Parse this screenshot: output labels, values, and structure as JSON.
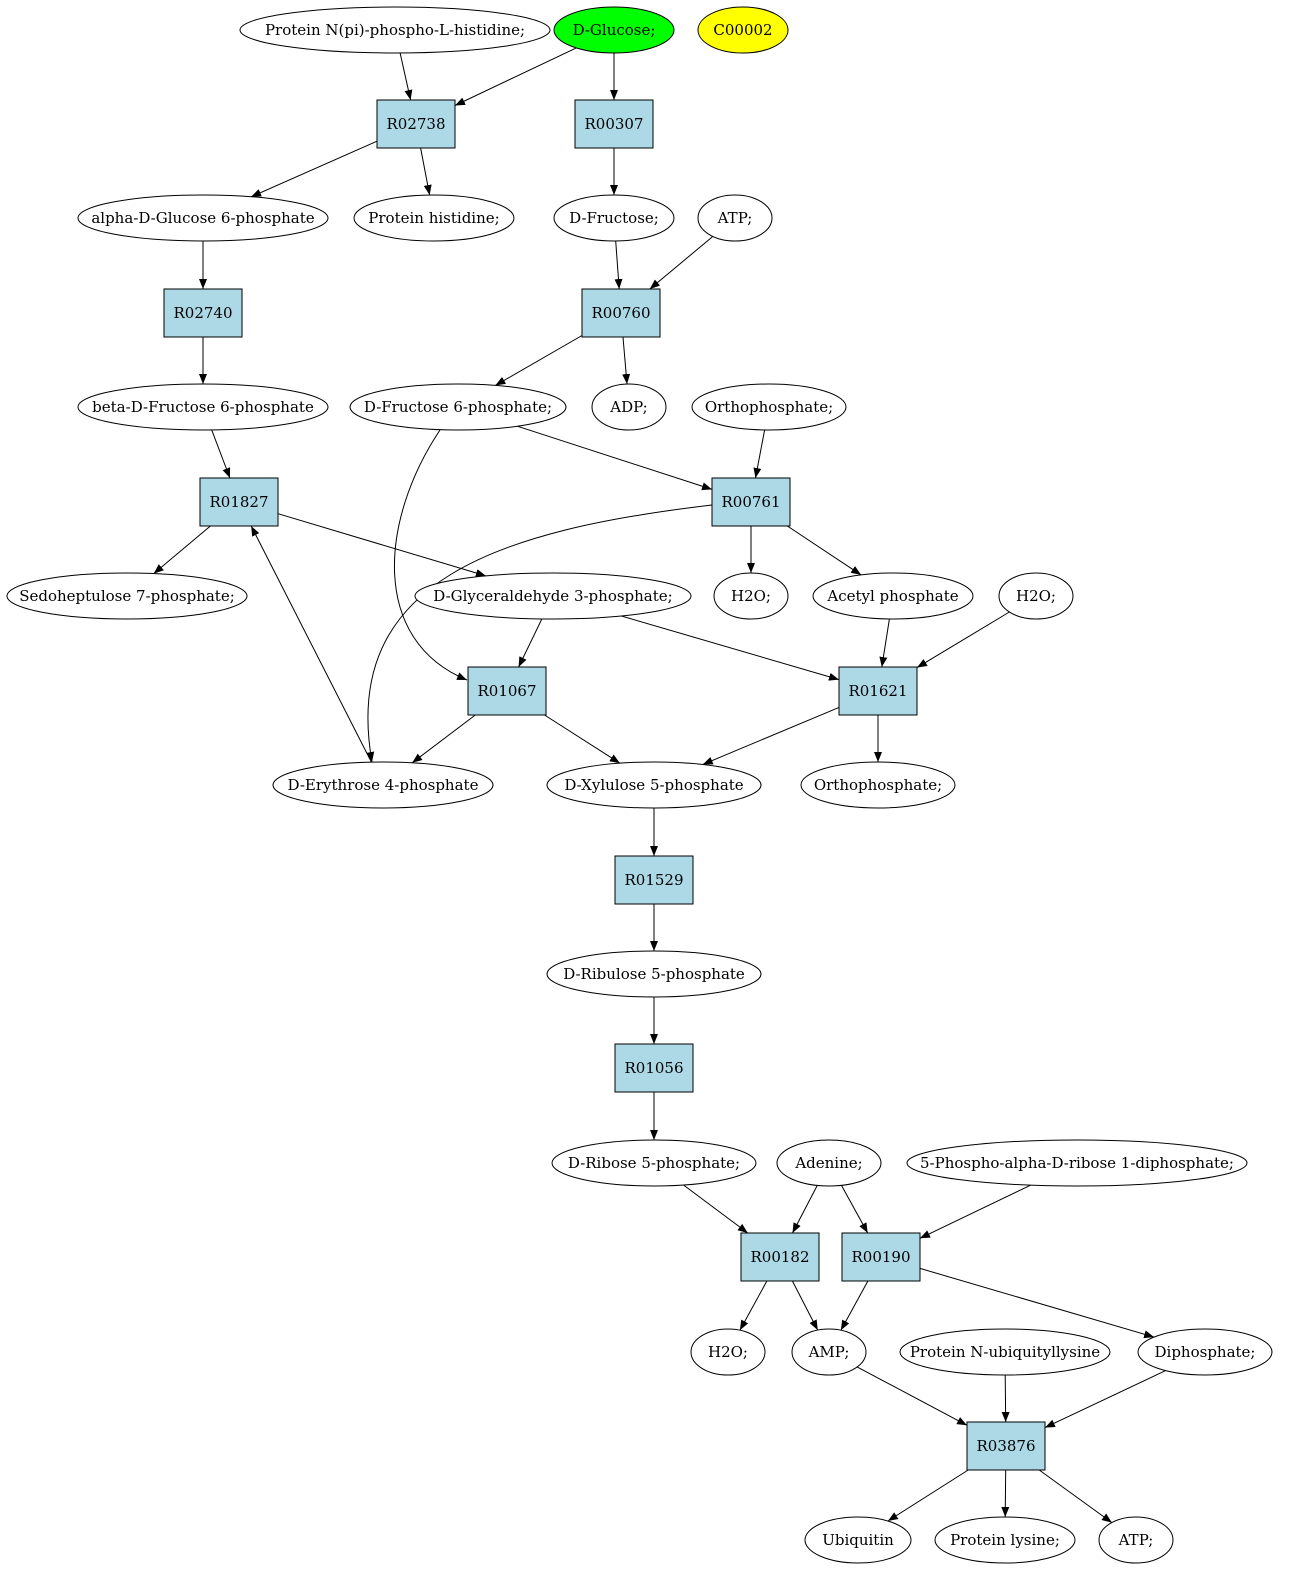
{
  "colors": {
    "reaction_fill": "#add8e6",
    "compound_fill": "#ffffff",
    "start_fill": "#00ff00",
    "highlight_fill": "#ffff00",
    "stroke": "#000000"
  },
  "compounds": {
    "c_protein_np_his": "Protein N(pi)-phospho-L-histidine;",
    "c_dglucose": "D-Glucose;",
    "c_c00002": "C00002",
    "c_a_dglc6p": "alpha-D-Glucose 6-phosphate",
    "c_protein_his": "Protein histidine;",
    "c_dfructose": "D-Fructose;",
    "c_atp1": "ATP;",
    "c_b_dfru6p": "beta-D-Fructose 6-phosphate",
    "c_dfru6p": "D-Fructose 6-phosphate;",
    "c_adp": "ADP;",
    "c_orthophos1": "Orthophosphate;",
    "c_sedohep7p": "Sedoheptulose 7-phosphate;",
    "c_dgly3p": "D-Glyceraldehyde 3-phosphate;",
    "c_h2o1": "H2O;",
    "c_acetylp": "Acetyl phosphate",
    "c_h2o2": "H2O;",
    "c_dery4p": "D-Erythrose 4-phosphate",
    "c_dxyl5p": "D-Xylulose 5-phosphate",
    "c_orthophos2": "Orthophosphate;",
    "c_drib5p_ulose": "D-Ribulose 5-phosphate",
    "c_drib5p": "D-Ribose 5-phosphate;",
    "c_adenine": "Adenine;",
    "c_prpp": "5-Phospho-alpha-D-ribose 1-diphosphate;",
    "c_h2o3": "H2O;",
    "c_amp": "AMP;",
    "c_prot_ubq_lys": "Protein N-ubiquityllysine",
    "c_diphos": "Diphosphate;",
    "c_ubiquitin": "Ubiquitin",
    "c_protein_lys": "Protein lysine;",
    "c_atp2": "ATP;"
  },
  "reactions": {
    "R02738": "R02738",
    "R00307": "R00307",
    "R02740": "R02740",
    "R00760": "R00760",
    "R01827": "R01827",
    "R00761": "R00761",
    "R01067": "R01067",
    "R01621": "R01621",
    "R01529": "R01529",
    "R01056": "R01056",
    "R00182": "R00182",
    "R00190": "R00190",
    "R03876": "R03876"
  },
  "edges": [
    [
      "c_protein_np_his",
      "R02738"
    ],
    [
      "c_dglucose",
      "R02738"
    ],
    [
      "c_dglucose",
      "R00307"
    ],
    [
      "R02738",
      "c_a_dglc6p"
    ],
    [
      "R02738",
      "c_protein_his"
    ],
    [
      "R00307",
      "c_dfructose"
    ],
    [
      "c_a_dglc6p",
      "R02740"
    ],
    [
      "c_dfructose",
      "R00760"
    ],
    [
      "c_atp1",
      "R00760"
    ],
    [
      "R02740",
      "c_b_dfru6p"
    ],
    [
      "R00760",
      "c_dfru6p"
    ],
    [
      "R00760",
      "c_adp"
    ],
    [
      "c_b_dfru6p",
      "R01827"
    ],
    [
      "c_dfru6p",
      "R00761"
    ],
    [
      "c_orthophos1",
      "R00761"
    ],
    [
      "R01827",
      "c_sedohep7p"
    ],
    [
      "R01827",
      "c_dgly3p"
    ],
    [
      "R00761",
      "c_h2o1"
    ],
    [
      "R00761",
      "c_acetylp"
    ],
    [
      "c_dgly3p",
      "R01067"
    ],
    [
      "c_dgly3p",
      "R01621"
    ],
    [
      "c_acetylp",
      "R01621"
    ],
    [
      "c_h2o2",
      "R01621"
    ],
    [
      "c_dfru6p",
      "R01067"
    ],
    [
      "R00761",
      "c_dery4p"
    ],
    [
      "c_dery4p",
      "R01827"
    ],
    [
      "R01067",
      "c_dery4p"
    ],
    [
      "R01067",
      "c_dxyl5p"
    ],
    [
      "R01621",
      "c_dxyl5p"
    ],
    [
      "R01621",
      "c_orthophos2"
    ],
    [
      "c_dxyl5p",
      "R01529"
    ],
    [
      "R01529",
      "c_drib5p_ulose"
    ],
    [
      "c_drib5p_ulose",
      "R01056"
    ],
    [
      "R01056",
      "c_drib5p"
    ],
    [
      "c_drib5p",
      "R00182"
    ],
    [
      "c_adenine",
      "R00182"
    ],
    [
      "c_adenine",
      "R00190"
    ],
    [
      "c_prpp",
      "R00190"
    ],
    [
      "R00182",
      "c_h2o3"
    ],
    [
      "R00182",
      "c_amp"
    ],
    [
      "R00190",
      "c_amp"
    ],
    [
      "R00190",
      "c_diphos"
    ],
    [
      "c_amp",
      "R03876"
    ],
    [
      "c_prot_ubq_lys",
      "R03876"
    ],
    [
      "c_diphos",
      "R03876"
    ],
    [
      "R03876",
      "c_ubiquitin"
    ],
    [
      "R03876",
      "c_protein_lys"
    ],
    [
      "R03876",
      "c_atp2"
    ]
  ]
}
